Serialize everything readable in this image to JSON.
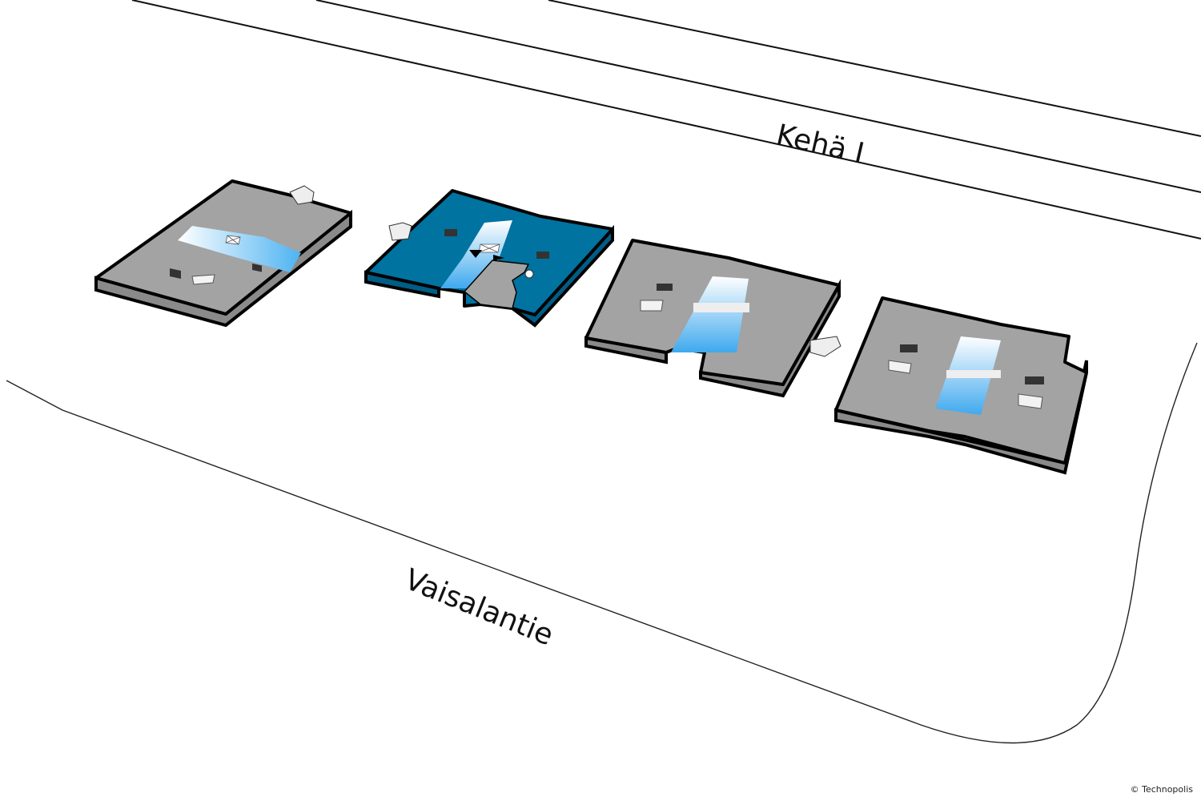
{
  "map": {
    "roads": [
      {
        "name": "Kehä I"
      },
      {
        "name": "Vaisalantie"
      }
    ],
    "copyright": "© Technopolis",
    "colors": {
      "building": "#a3a3a3",
      "building_side": "#8c8c8c",
      "selected": "#0073a0",
      "selected_side": "#005d85",
      "outline": "#000000",
      "atrium": "#4fb4f0"
    },
    "buildings": [
      {
        "id": "building-1",
        "selected": false
      },
      {
        "id": "building-2",
        "selected": true
      },
      {
        "id": "building-3",
        "selected": false
      },
      {
        "id": "building-4",
        "selected": false
      }
    ]
  }
}
